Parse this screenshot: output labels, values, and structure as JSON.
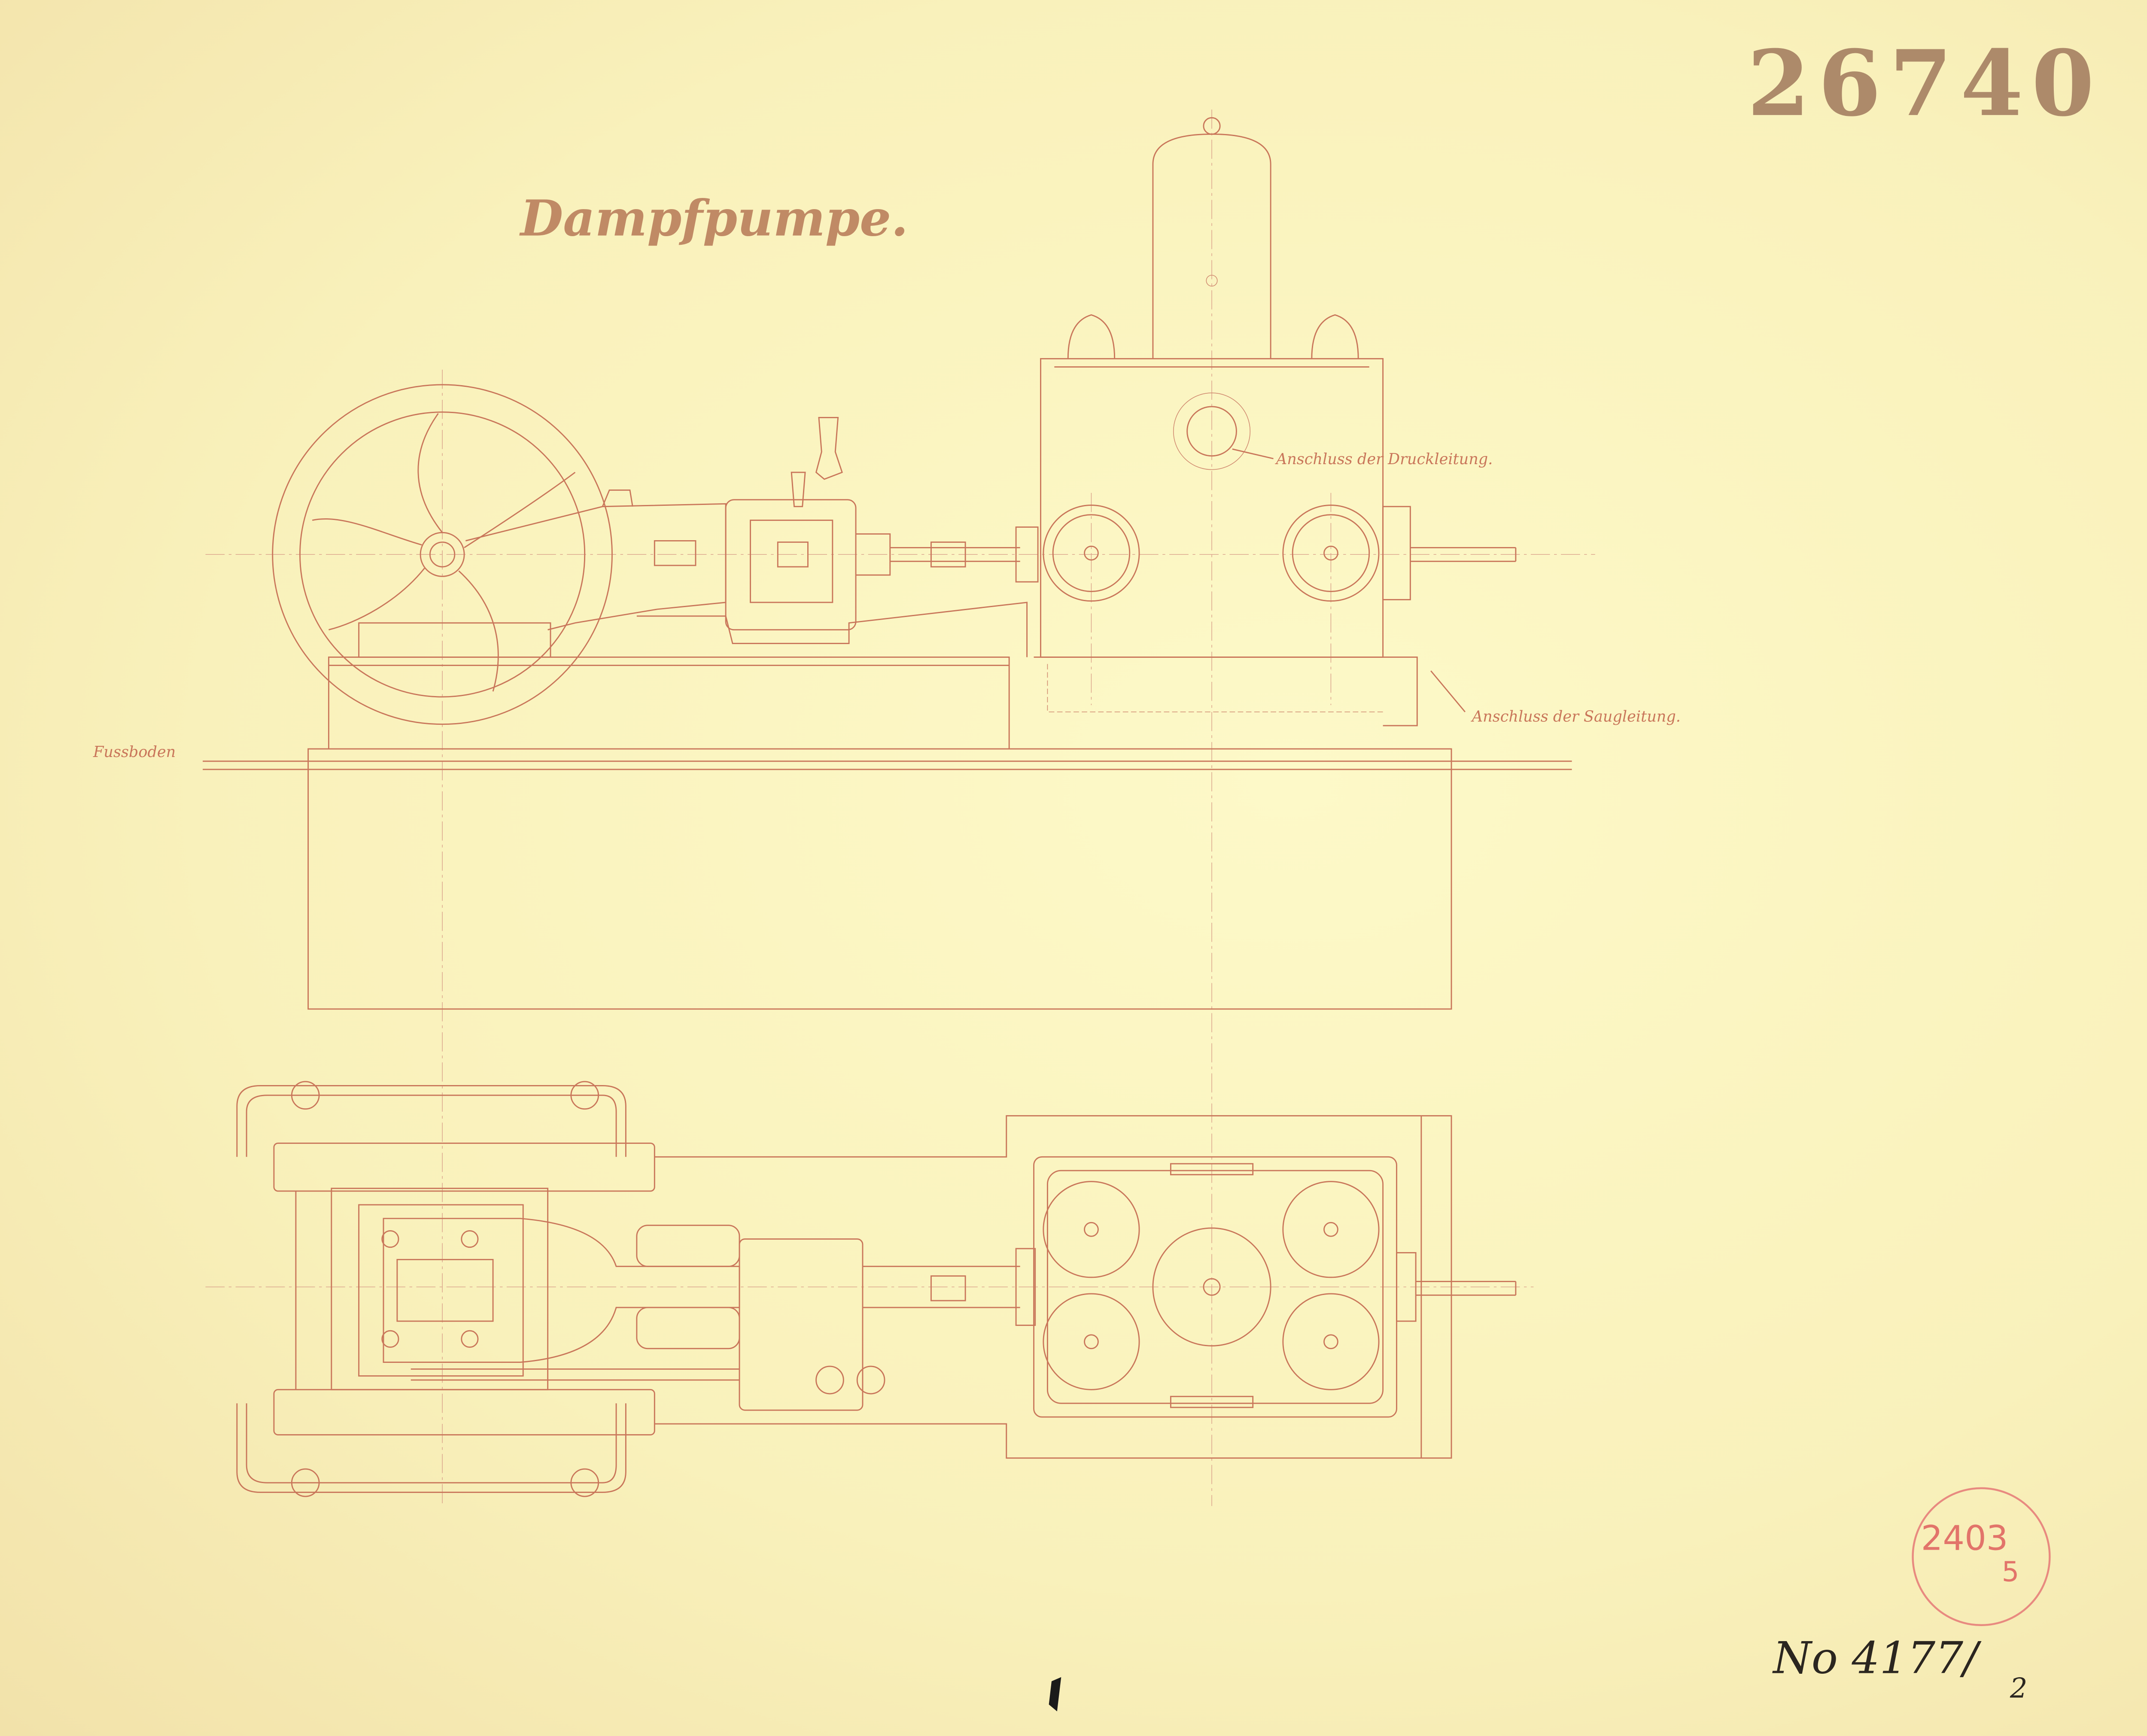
{
  "drawing": {
    "title": "Dampfpumpe.",
    "archive_number": "26740",
    "labels": {
      "pressure_line": "Anschluss der Druckleitung.",
      "suction_line": "Anschluss der Saugleitung.",
      "floor": "Fussboden"
    },
    "stamp": {
      "number": "2403",
      "suffix": "5"
    },
    "signature": {
      "text": "No 4177/",
      "suffix": "2"
    }
  },
  "colors": {
    "paper": "#faf3bd",
    "ink": "#c9765a",
    "archive_number": "#ad8a6a",
    "stamp": "#e2746a",
    "signature": "#2b2620"
  }
}
